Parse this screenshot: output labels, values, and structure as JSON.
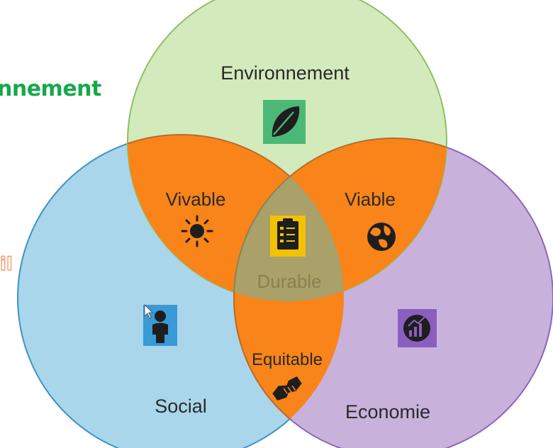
{
  "side_text": {
    "title_fragment": "nnement",
    "small_fragment": "il"
  },
  "venn": {
    "sets": {
      "environment": {
        "label": "Environnement",
        "icon": "leaf-icon",
        "color": "#d3eabc"
      },
      "social": {
        "label": "Social",
        "icon": "person-icon",
        "color": "#a9d6ea"
      },
      "economy": {
        "label": "Economie",
        "icon": "growth-chart-icon",
        "color": "#c8b2dc"
      }
    },
    "intersections": {
      "env_social": {
        "label": "Vivable",
        "icon": "sun-icon"
      },
      "env_economy": {
        "label": "Viable",
        "icon": "globe-icon"
      },
      "social_economy": {
        "label": "Equitable",
        "icon": "handshake-icon"
      },
      "all_three": {
        "label": "Durable",
        "icon": "clipboard-checklist-icon"
      }
    },
    "colors": {
      "pairwise": "#f98419",
      "center": "#aaa06a",
      "center_text": "#8a8050",
      "text": "#2a2a2a",
      "leaf_badge": "#4cb878",
      "person_badge": "#3a9ad6",
      "chart_badge": "#8a5fbf",
      "clip_badge": "#f2c200"
    }
  }
}
